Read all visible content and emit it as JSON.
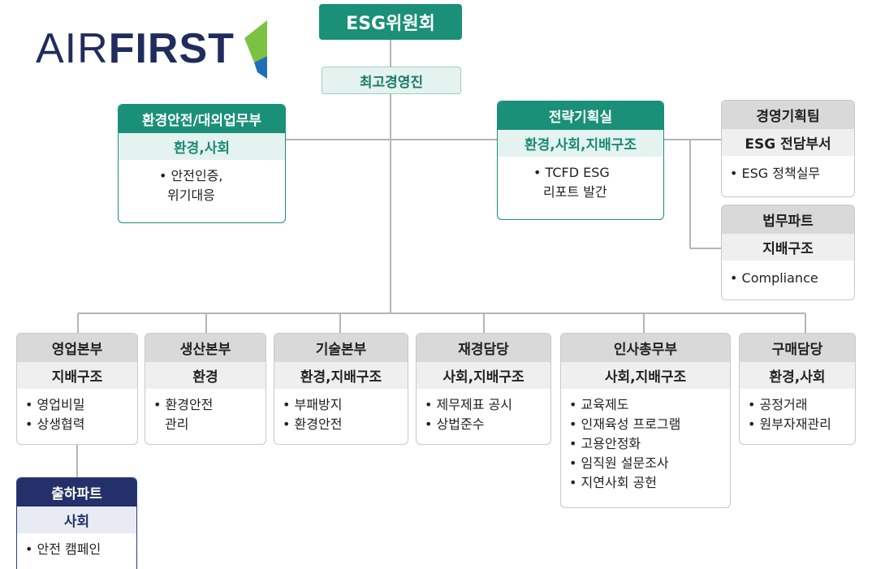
{
  "logo": {
    "text_light": "AIR",
    "text_bold": "FIRST"
  },
  "committee": "ESG위원회",
  "ceo": "최고경영진",
  "env_safety": {
    "title": "환경안전/대외업무부",
    "tag": "환경,사회",
    "items": [
      "• 안전인증,",
      "위기대응"
    ]
  },
  "strategy": {
    "title": "전략기획실",
    "tag": "환경,사회,지배구조",
    "items": [
      "• TCFD ESG",
      "리포트 발간"
    ]
  },
  "mgmt_planning": {
    "title": "경영기획팀",
    "tag": "ESG 전담부서",
    "items": [
      "• ESG 정책실무"
    ]
  },
  "legal": {
    "title": "법무파트",
    "tag": "지배구조",
    "items": [
      "• Compliance"
    ]
  },
  "divisions": [
    {
      "title": "영업본부",
      "tag": "지배구조",
      "items": [
        "영업비밀",
        "상생협력"
      ]
    },
    {
      "title": "생산본부",
      "tag": "환경",
      "items": [
        "• 환경안전",
        "관리"
      ]
    },
    {
      "title": "기술본부",
      "tag": "환경,지배구조",
      "items": [
        "부패방지",
        "환경안전"
      ]
    },
    {
      "title": "재경담당",
      "tag": "사회,지배구조",
      "items": [
        "제무제표 공시",
        "상법준수"
      ]
    },
    {
      "title": "인사총무부",
      "tag": "사회,지배구조",
      "items": [
        "교육제도",
        "인재육성 프로그램",
        "고용안정화",
        "임직원 설문조사",
        "지연사회 공헌"
      ]
    },
    {
      "title": "구매담당",
      "tag": "환경,사회",
      "items": [
        "공정거래",
        "원부자재관리"
      ]
    }
  ],
  "shipping": {
    "title": "출하파트",
    "tag": "사회",
    "items": [
      "안전 캠페인"
    ]
  },
  "colors": {
    "green": "#1a9078",
    "light_green": "#e4f3ef",
    "navy": "#23306a",
    "gray": "#d9d9d9"
  }
}
